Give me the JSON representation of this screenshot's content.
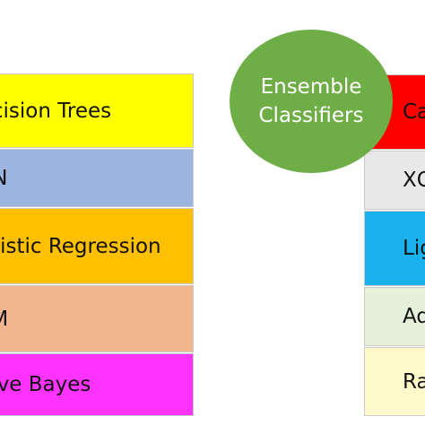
{
  "base_classifiers": [
    {
      "label": "Decision Trees",
      "color": "#ffff00"
    },
    {
      "label": "KNN",
      "color": "#9cb4e0"
    },
    {
      "label": "Logistic Regression",
      "color": "#ffc000"
    },
    {
      "label": "SVM",
      "color": "#f3b490"
    },
    {
      "label": "Naive Bayes",
      "color": "#ff33ff"
    }
  ],
  "ensemble": {
    "line1": "Ensemble",
    "line2": "Classifiers",
    "color": "#6fae47"
  },
  "ensemble_classifiers": [
    {
      "label": "Ca",
      "color": "#ff0000"
    },
    {
      "label": "XG",
      "color": "#e8e8e8"
    },
    {
      "label": "Lig",
      "color": "#19b2ee"
    },
    {
      "label": "Ad",
      "color": "#e5f0da"
    },
    {
      "label": "Ra",
      "color": "#fff9cc"
    }
  ]
}
